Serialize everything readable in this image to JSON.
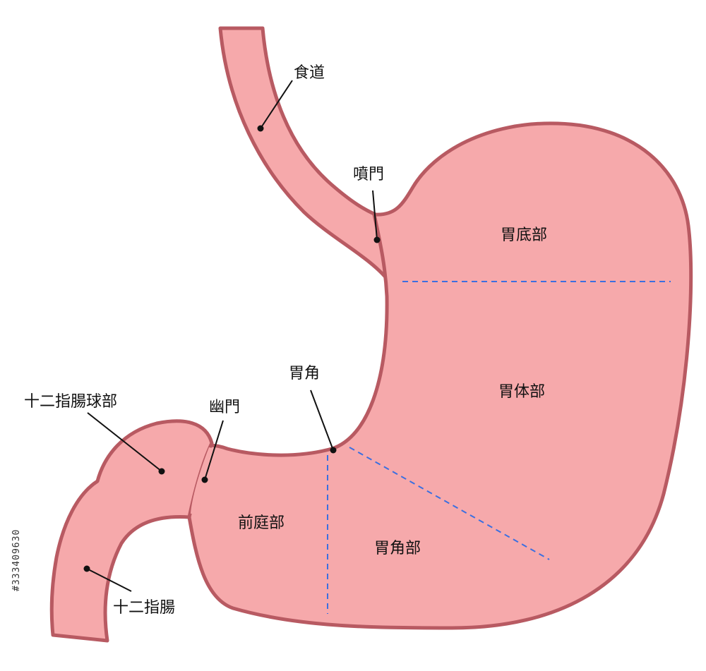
{
  "colors": {
    "tissue_fill": "#f6a9ab",
    "tissue_outline": "#b85a62",
    "divider": "#3b6fe0",
    "text": "#111111"
  },
  "labels": {
    "esophagus": "食道",
    "cardia": "噴門",
    "fundus": "胃底部",
    "body": "胃体部",
    "angle": "胃角",
    "angular_region": "胃角部",
    "antrum": "前庭部",
    "pylorus": "幽門",
    "duodenal_bulb": "十二指腸球部",
    "duodenum": "十二指腸"
  },
  "watermark": {
    "id": "#333409630"
  }
}
